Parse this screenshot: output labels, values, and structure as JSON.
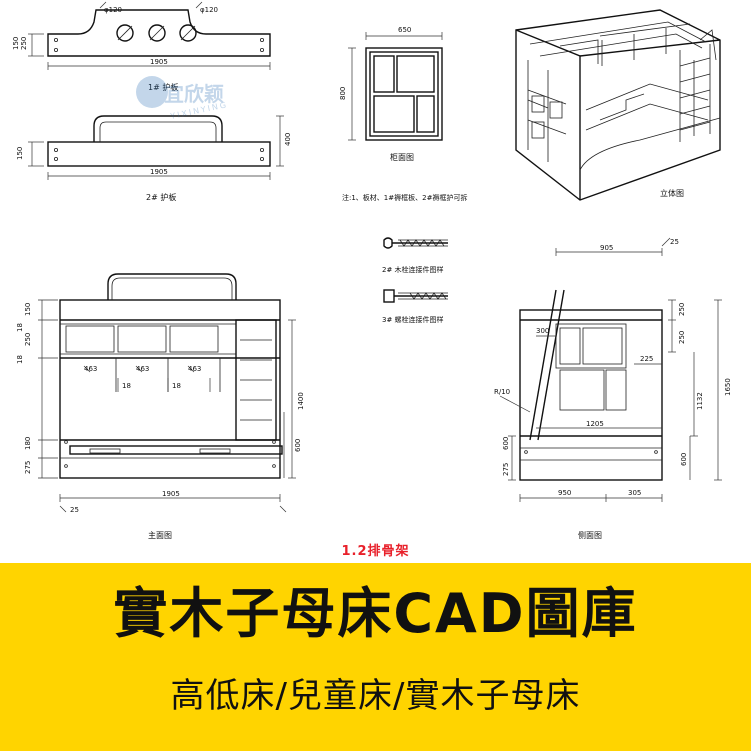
{
  "caption": "1.2排骨架",
  "banner": {
    "title": "實木子母床CAD圖庫",
    "subtitle": "高低床/兒童床/實木子母床",
    "background": "#ffd400"
  },
  "watermark": {
    "text": "宜欣颖",
    "latin": "YIXINYING",
    "color": "#2a6fb5"
  },
  "drawings": {
    "rail1": {
      "label": "1# 护板",
      "length": "1905",
      "h1": "150",
      "h2": "250",
      "hole1": "φ120",
      "hole2": "φ120"
    },
    "rail2": {
      "label": "2# 护板",
      "length": "1905",
      "h1": "150",
      "h2": "400"
    },
    "cabinet": {
      "label": "柜面图",
      "width": "650",
      "height": "800"
    },
    "note": "注:1、板材、1#褥框板、2#褥框护可拆",
    "hardware": {
      "item1": "2# 木栓连接件图样",
      "item2": "3# 螺栓连接件图样"
    },
    "view3d": {
      "label": "立体图"
    },
    "front": {
      "label": "主面图",
      "width": "1905",
      "height": "1400",
      "lower": "600",
      "offset": "25",
      "bays": [
        "463",
        "463",
        "463"
      ],
      "gap1": "18",
      "gap2": "18",
      "left_dims": [
        "150",
        "250",
        "18",
        "18",
        "180",
        "275"
      ]
    },
    "side": {
      "label": "侧面图",
      "top_width": "905",
      "top_offset": "25",
      "total_height": "1650",
      "upper": "250",
      "upper2": "250",
      "ladder_w": "300",
      "step": "225",
      "mid": "1132",
      "lower": "600",
      "bed_len": "1205",
      "base_w": "950",
      "base_off": "305",
      "angle": "R/10",
      "left_dims": [
        "600",
        "275"
      ],
      "right_lower": "600"
    }
  }
}
